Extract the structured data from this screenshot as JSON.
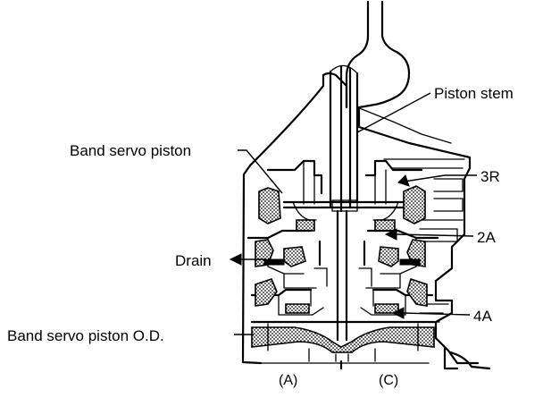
{
  "labels": {
    "piston_stem": "Piston stem",
    "band_servo_piston": "Band servo piston",
    "port_3r": "3R",
    "port_2a": "2A",
    "drain": "Drain",
    "port_4a": "4A",
    "band_servo_piston_od": "Band servo piston O.D.",
    "section_a": "(A)",
    "section_c": "(C)"
  }
}
